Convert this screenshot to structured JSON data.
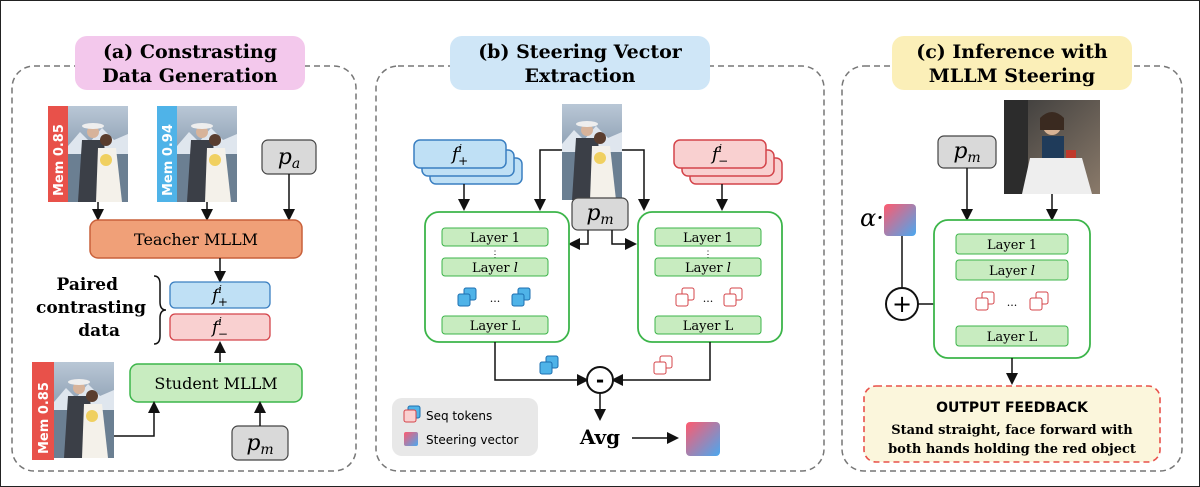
{
  "panels": {
    "a": {
      "title_line1": "(a) Constrasting",
      "title_line2": "Data Generation"
    },
    "b": {
      "title_line1": "(b) Steering Vector",
      "title_line2": "Extraction"
    },
    "c": {
      "title_line1": "(c) Inference with",
      "title_line2": "MLLM Steering"
    }
  },
  "mem_labels": {
    "a_top_left": "Mem 0.85",
    "a_top_right": "Mem 0.94",
    "a_bottom": "Mem 0.85"
  },
  "colors": {
    "mem_red": "#e8514a",
    "mem_blue": "#4fb3e8",
    "teacher_fill": "#f0a078",
    "student_fill": "#c8ecc0",
    "green_stroke": "#3cb54a",
    "blue_fill": "#bfe0f5",
    "red_fill": "#f9d0d0",
    "title_a_bg": "#f3c8ec",
    "title_b_bg": "#cfe6f7",
    "title_c_bg": "#fbefb8"
  },
  "math": {
    "p_a": "p_a",
    "p_m": "p_m",
    "f_plus": "f^i_+",
    "f_minus": "f^i_−",
    "alpha": "α·"
  },
  "blocks": {
    "teacher": "Teacher MLLM",
    "student": "Student MLLM",
    "paired_line1": "Paired",
    "paired_line2": "contrasting",
    "paired_line3": "data"
  },
  "layers": {
    "layer1": "Layer 1",
    "layerl": "Layer l",
    "layerL": "Layer L",
    "dots": "...",
    "vdots": "⋮"
  },
  "legend": {
    "seq_tokens": "Seq tokens",
    "steering_vector": "Steering vector"
  },
  "ops": {
    "minus": "-",
    "avg": "Avg",
    "plus": "+"
  },
  "output": {
    "title": "OUTPUT FEEDBACK",
    "line1": "Stand straight, face forward with",
    "line2": "both hands holding the red object"
  }
}
